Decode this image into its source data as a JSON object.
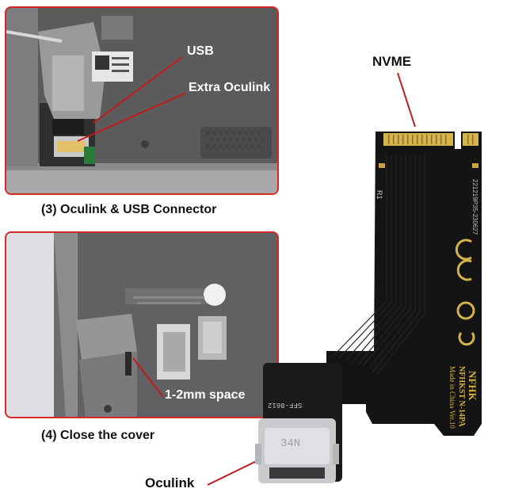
{
  "panel_top": {
    "caption": "(3) Oculink & USB Connector",
    "callouts": {
      "usb": "USB",
      "extra_oculink": "Extra Oculink"
    }
  },
  "panel_bottom": {
    "caption": "(4) Close the cover",
    "callouts": {
      "space": "1-2mm space"
    }
  },
  "board": {
    "callouts": {
      "nvme": "NVME",
      "oculink": "Oculink"
    },
    "silkscreen": {
      "r1": "R1",
      "serial": "221219P35-230627",
      "brand": "NFHK",
      "model": "NFHKST N-14PA",
      "made": "Made in China Ver.10",
      "sff": "SFF-8612",
      "port": "34N"
    }
  },
  "colors": {
    "border": "#d62828",
    "pcb": "#141414",
    "gold": "#d4b34a",
    "callout_line": "#c21a1a"
  }
}
